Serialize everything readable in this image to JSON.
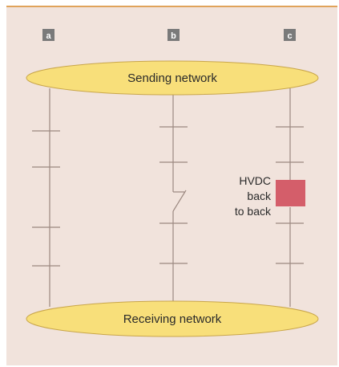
{
  "panels": {
    "a": "a",
    "b": "b",
    "c": "c"
  },
  "networks": {
    "sending": "Sending network",
    "receiving": "Receiving network"
  },
  "hvdc": {
    "line1": "HVDC",
    "line2": "back",
    "line3": "to back"
  },
  "colors": {
    "background": "#f1e3dc",
    "network_fill": "#f8df7a",
    "hvdc_box": "#d45e6a",
    "top_rule": "#d98a2b"
  }
}
